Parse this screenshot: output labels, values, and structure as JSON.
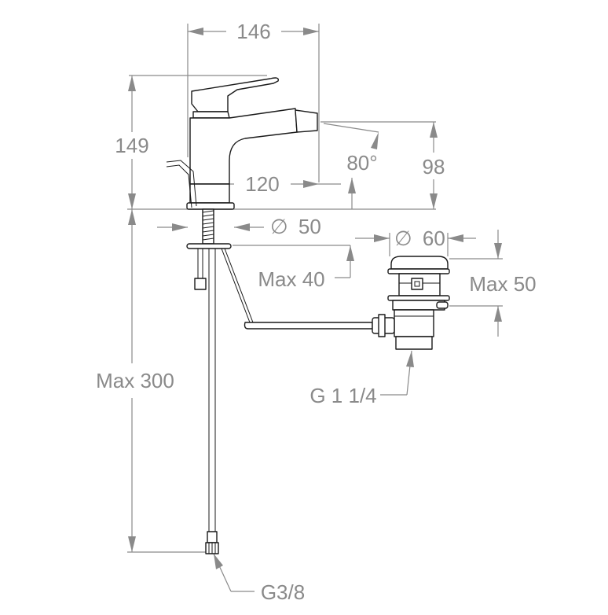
{
  "labels": {
    "width_146": "146",
    "height_149": "149",
    "reach_120": "120",
    "angle_80": "80°",
    "height_98": "98",
    "dia_50": "50",
    "dia_60": "60",
    "max_40": "Max 40",
    "max_50": "Max 50",
    "max_300": "Max 300",
    "g_1_1_4": "G 1 1/4",
    "g_3_8": "G3/8"
  },
  "symbols": {
    "diameter": "∅"
  },
  "colors": {
    "dimension": "#8a8a8a",
    "part_outline": "#1a1a1a",
    "background": "#ffffff"
  }
}
